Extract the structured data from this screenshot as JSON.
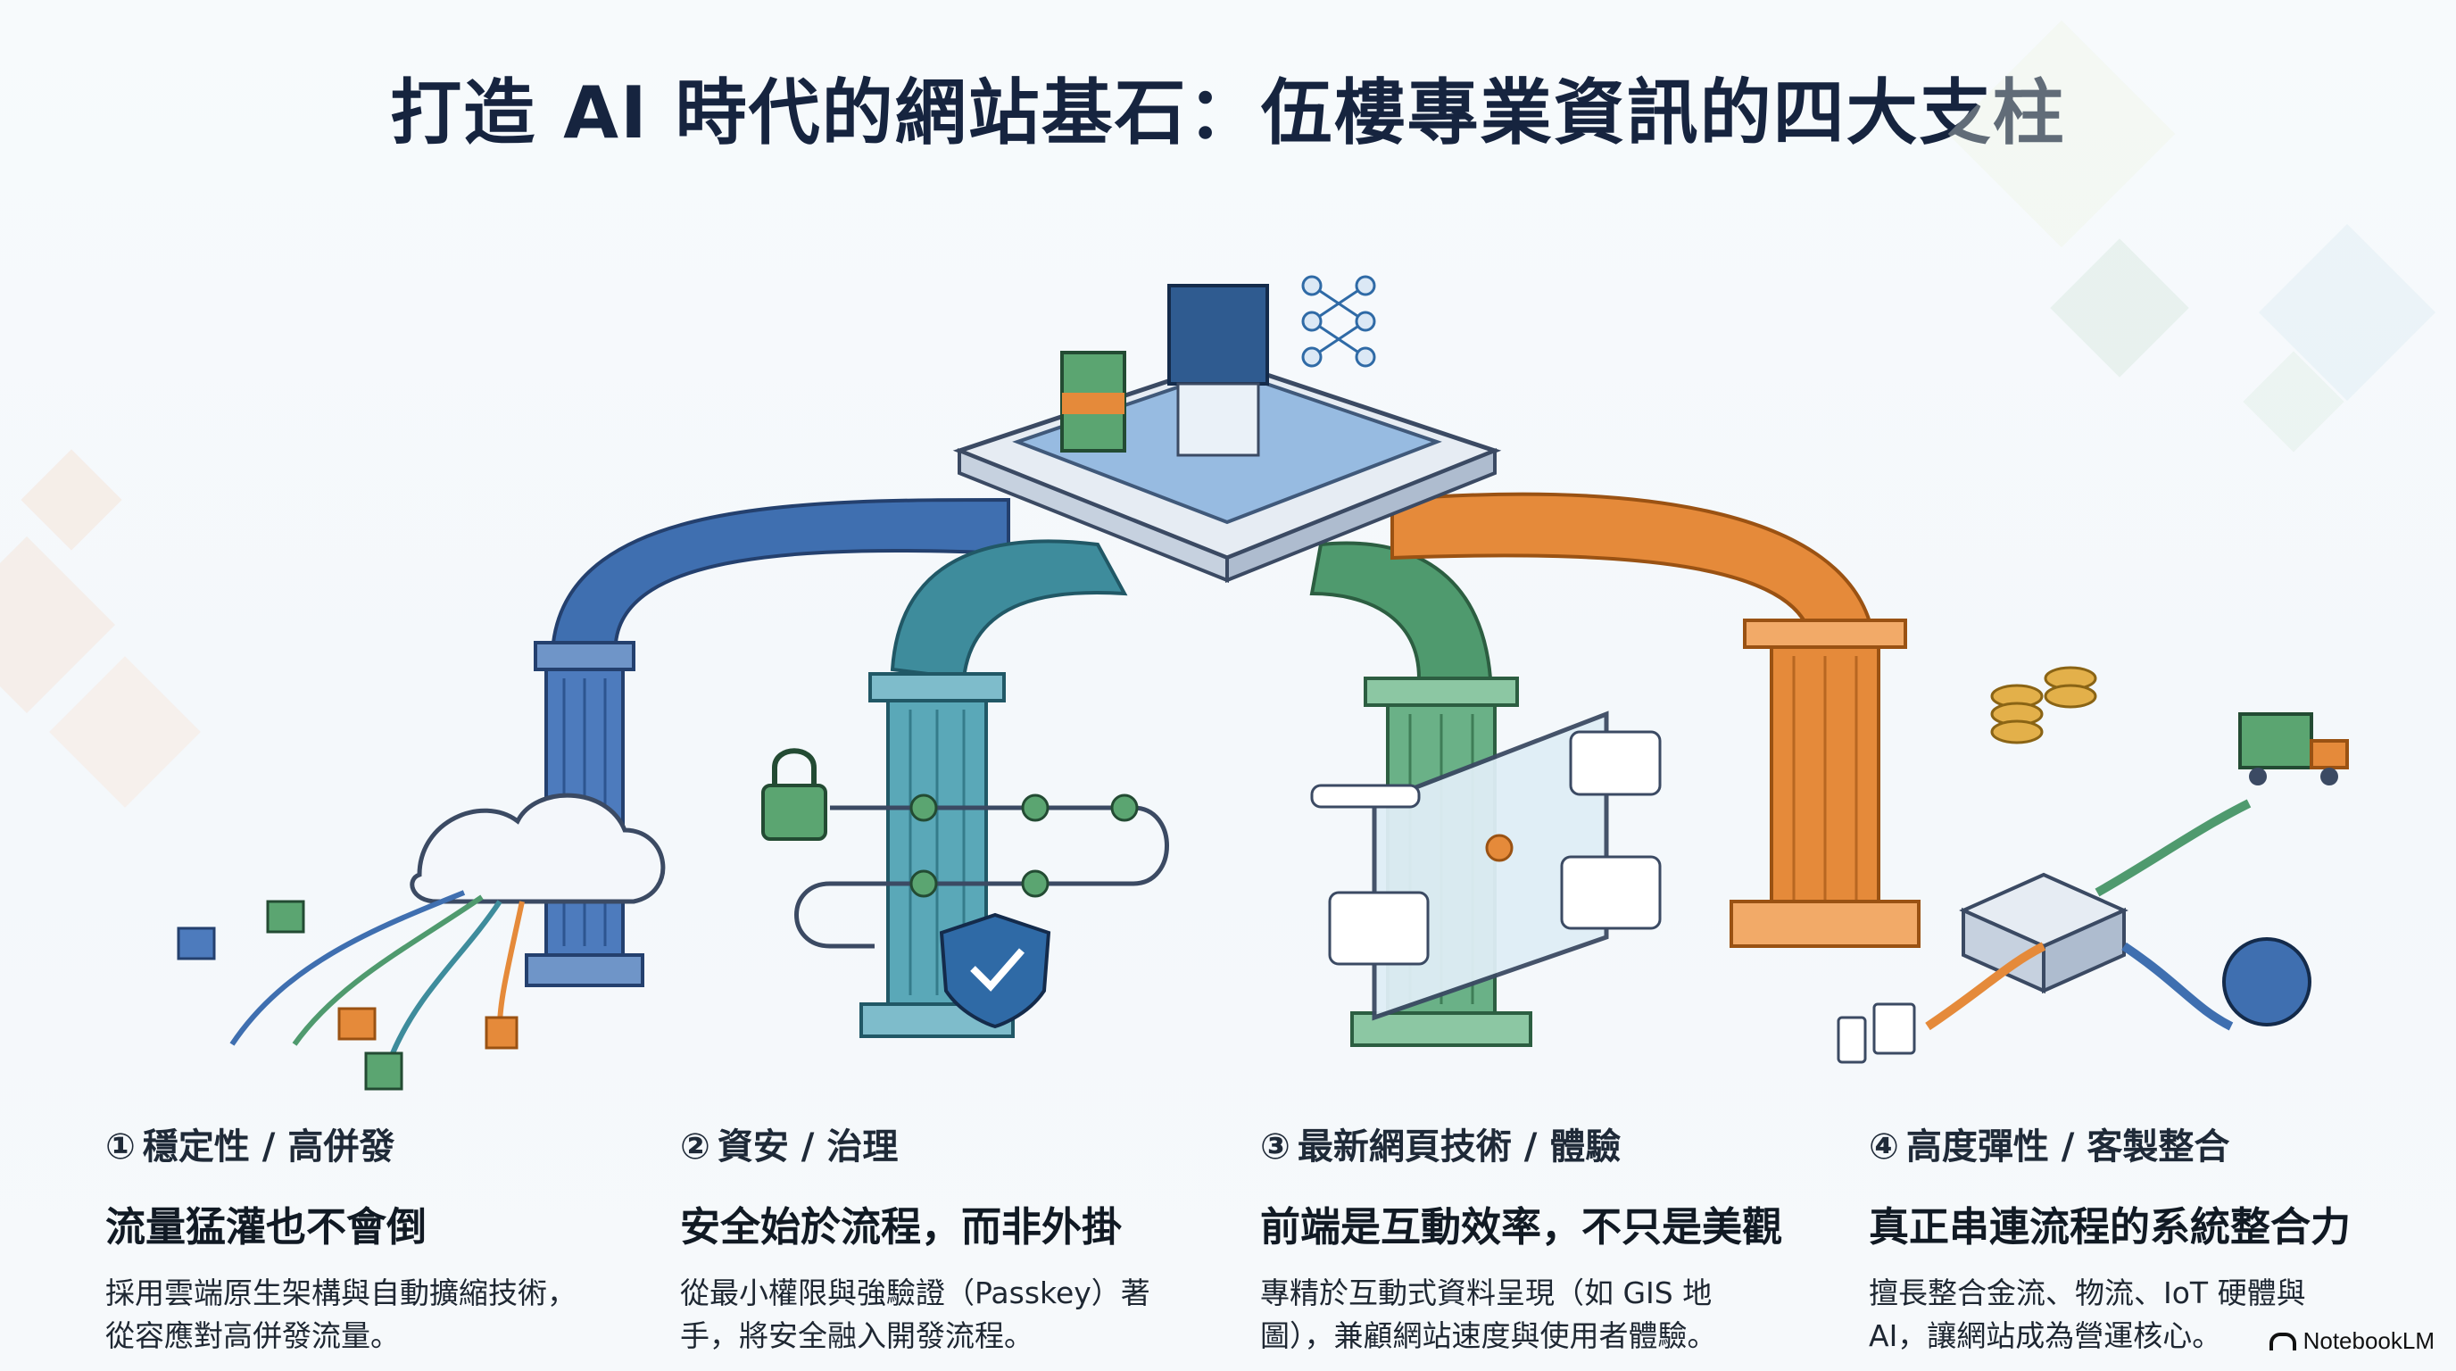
{
  "title": "打造 AI 時代的網站基石：伍樓專業資訊的四大支柱",
  "pillars": [
    {
      "number": "①",
      "heading": "穩定性 / 高併發",
      "subtitle": "流量猛灌也不會倒",
      "desc_line1": "採用雲端原生架構與自動擴縮技術，",
      "desc_line2": "從容應對高併發流量。",
      "color": "#3f6fb0"
    },
    {
      "number": "②",
      "heading": "資安 / 治理",
      "subtitle": "安全始於流程，而非外掛",
      "desc_line1": "從最小權限與強驗證（Passkey）著",
      "desc_line2": "手，將安全融入開發流程。",
      "color": "#3e8c9c"
    },
    {
      "number": "③",
      "heading": "最新網頁技術 / 體驗",
      "subtitle": "前端是互動效率，不只是美觀",
      "desc_line1": "專精於互動式資料呈現（如 GIS 地",
      "desc_line2": "圖），兼顧網站速度與使用者體驗。",
      "color": "#4f9a6e"
    },
    {
      "number": "④",
      "heading": "高度彈性 / 客製整合",
      "subtitle": "真正串連流程的系統整合力",
      "desc_line1": "擅長整合金流、物流、IoT 硬體與",
      "desc_line2": "AI，讓網站成為營運核心。",
      "color": "#e58a3a"
    }
  ],
  "brand": "NotebookLM"
}
